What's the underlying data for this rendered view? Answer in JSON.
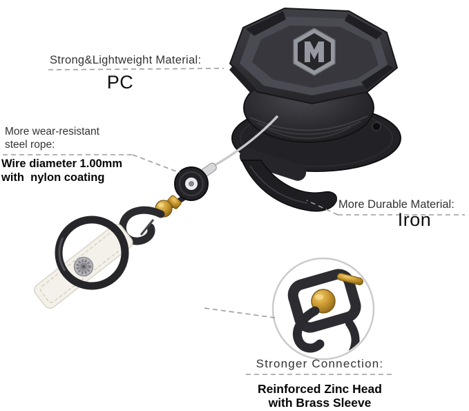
{
  "annotations": {
    "material": {
      "label": "Strong&Lightweight Material:",
      "value": "PC"
    },
    "rope": {
      "label_line1": "More wear-resistant",
      "label_line2": "steel rope:",
      "detail_line1": "Wire diameter 1.00mm",
      "detail_line2": "with  nylon coating"
    },
    "durable": {
      "label": "More Durable Material:",
      "value": "Iron"
    },
    "connection": {
      "label": "Stronger Connection:",
      "detail_line1": "Reinforced Zinc Head",
      "detail_line2": "with Brass Sleeve"
    }
  },
  "illustration": {
    "parts": [
      "badge-reel-body",
      "brand-logo-hexagon",
      "iron-belt-clip",
      "steel-rope",
      "stopper-disc",
      "brass-swivel-ball",
      "zinc-head-hook",
      "metal-ring",
      "nylon-strap",
      "snap-button",
      "magnified-detail-inset"
    ]
  },
  "colors": {
    "background": "#ffffff",
    "body_dark": "#232327",
    "body_mid": "#3b3b41",
    "brass": "#cf9d33",
    "strap": "#f3f1ea",
    "dashed_line": "#9b9b9b",
    "text": "#333333"
  }
}
